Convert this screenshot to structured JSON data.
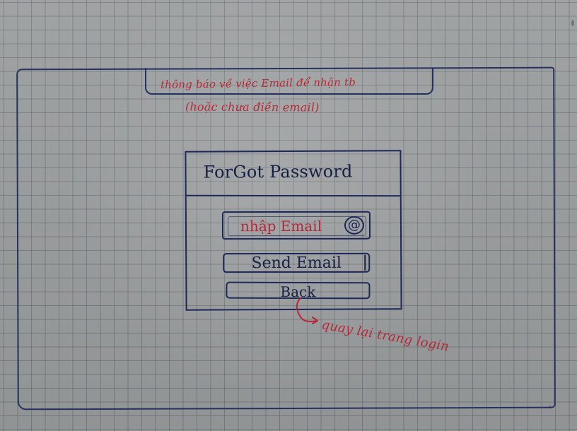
{
  "notice": {
    "line_1": "thông báo về việc Email để nhận tb",
    "line_2": "(hoặc chưa điền email)"
  },
  "forgot_password": {
    "title": "ForGot Password",
    "email_placeholder": "nhập Email",
    "at_symbol": "@",
    "send_button_label": "Send Email",
    "back_button_label": "Back"
  },
  "annotation": {
    "back_note": "quay lại trang login"
  },
  "colors": {
    "ink_blue": "#1d2758",
    "ink_red": "#b72837",
    "paper": "#9a9d9e"
  }
}
